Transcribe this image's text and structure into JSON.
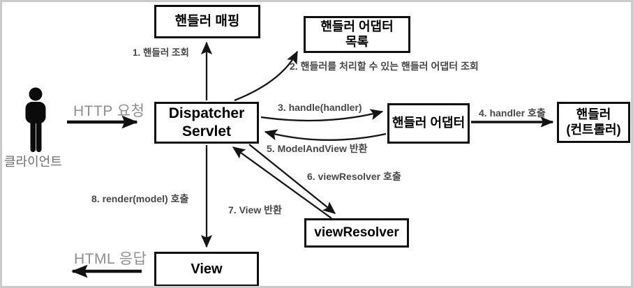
{
  "diagram": {
    "title_hint": "Spring MVC DispatcherServlet request flow diagram",
    "client": {
      "label": "클라이언트"
    },
    "flows": {
      "http_request": "HTTP 요청",
      "html_response": "HTML 응답"
    },
    "boxes": {
      "handler_mapping": {
        "line1": "핸들러 매핑"
      },
      "handler_adapter_list": {
        "line1": "핸들러 어댑터",
        "line2": "목록"
      },
      "dispatcher_servlet": {
        "line1": "Dispatcher",
        "line2": "Servlet"
      },
      "handler_adapter": {
        "line1": "핸들러 어댑터"
      },
      "handler_controller": {
        "line1": "핸들러",
        "line2": "(컨트롤러)"
      },
      "view_resolver": {
        "line1": "viewResolver"
      },
      "view": {
        "line1": "View"
      }
    },
    "steps": {
      "step1": "1. 핸들러 조회",
      "step2": "2. 핸들러를 처리할 수 있는 핸들러 어댑터 조회",
      "step3": "3. handle(handler)",
      "step4": "4. handler 호출",
      "step5": "5. ModelAndView 반환",
      "step6": "6. viewResolver 호출",
      "step7": "7. View 반환",
      "step8": "8. render(model) 호출"
    },
    "colors": {
      "box_border": "#0f0f0f",
      "arrow": "#141414",
      "step_label": "#474747",
      "flow_label": "#8e8e8e",
      "client_label": "#6f6f6f",
      "frame_border": "#cbcbcb",
      "background": "#ffffff"
    }
  }
}
